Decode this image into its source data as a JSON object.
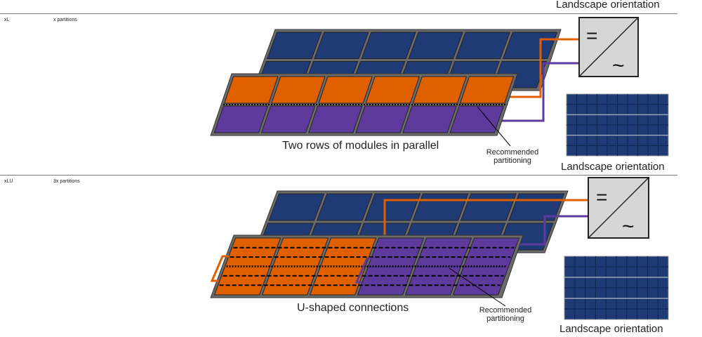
{
  "colors": {
    "panel_blue": "#1f3a75",
    "frame_gray": "#6b6b6b",
    "orange": "#e06000",
    "purple": "#5e3a9c",
    "inverter_fill": "#d6d6d6"
  },
  "sections": [
    {
      "code": "xL",
      "partitions": "x partitions",
      "header_caption": "Landscape orientation",
      "array_caption": "Two rows of modules in parallel",
      "callout": [
        "Recommended",
        "partitioning"
      ],
      "module_caption": "Landscape orientation",
      "inverter_symbols": {
        "dc": "=",
        "ac": "~"
      }
    },
    {
      "code": "xLU",
      "partitions": "3x partitions",
      "array_caption": "U-shaped connections",
      "callout": [
        "Recommended",
        "partitioning"
      ],
      "module_caption": "Landscape orientation",
      "inverter_symbols": {
        "dc": "=",
        "ac": "~"
      }
    }
  ]
}
